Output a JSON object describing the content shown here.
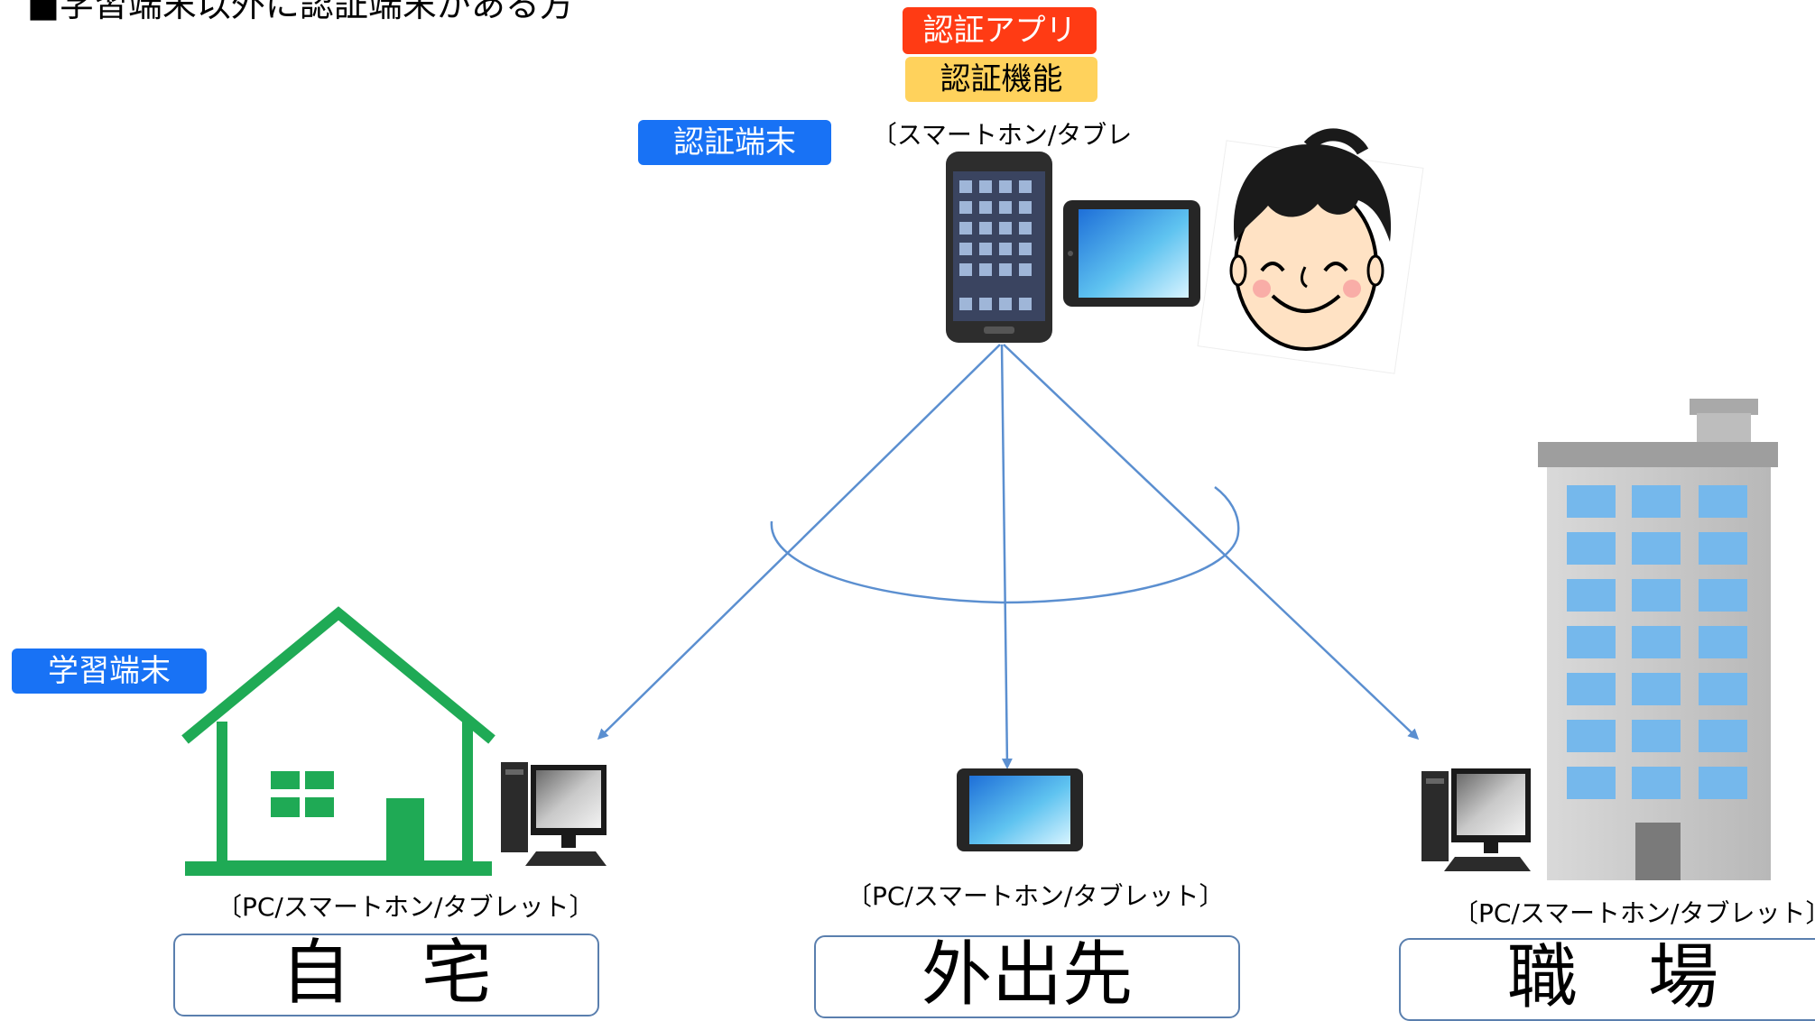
{
  "heading": "■学習端末以外に認証端末がある方",
  "auth_app_label": "認証アプリ",
  "auth_function_label": "認証機能",
  "auth_device_label": "認証端末",
  "learning_device_label": "学習端末",
  "auth_device_caption": "〔スマートホン/タブレット等〕",
  "device_caption": "〔PC/スマートホン/タブレット〕",
  "locations": {
    "home": "自　宅",
    "outside": "外出先",
    "workplace": "職　場"
  },
  "colors": {
    "auth_app": "#ff3b14",
    "auth_function": "#ffd25c",
    "device_label": "#1872f5",
    "house": "#1faa55",
    "arrow": "#5b8fd0",
    "building": "#a9a9a9",
    "window": "#75b8ec"
  },
  "icons": [
    "smartphone-icon",
    "tablet-icon",
    "person-face-icon",
    "house-icon",
    "desktop-pc-icon",
    "office-building-icon"
  ]
}
